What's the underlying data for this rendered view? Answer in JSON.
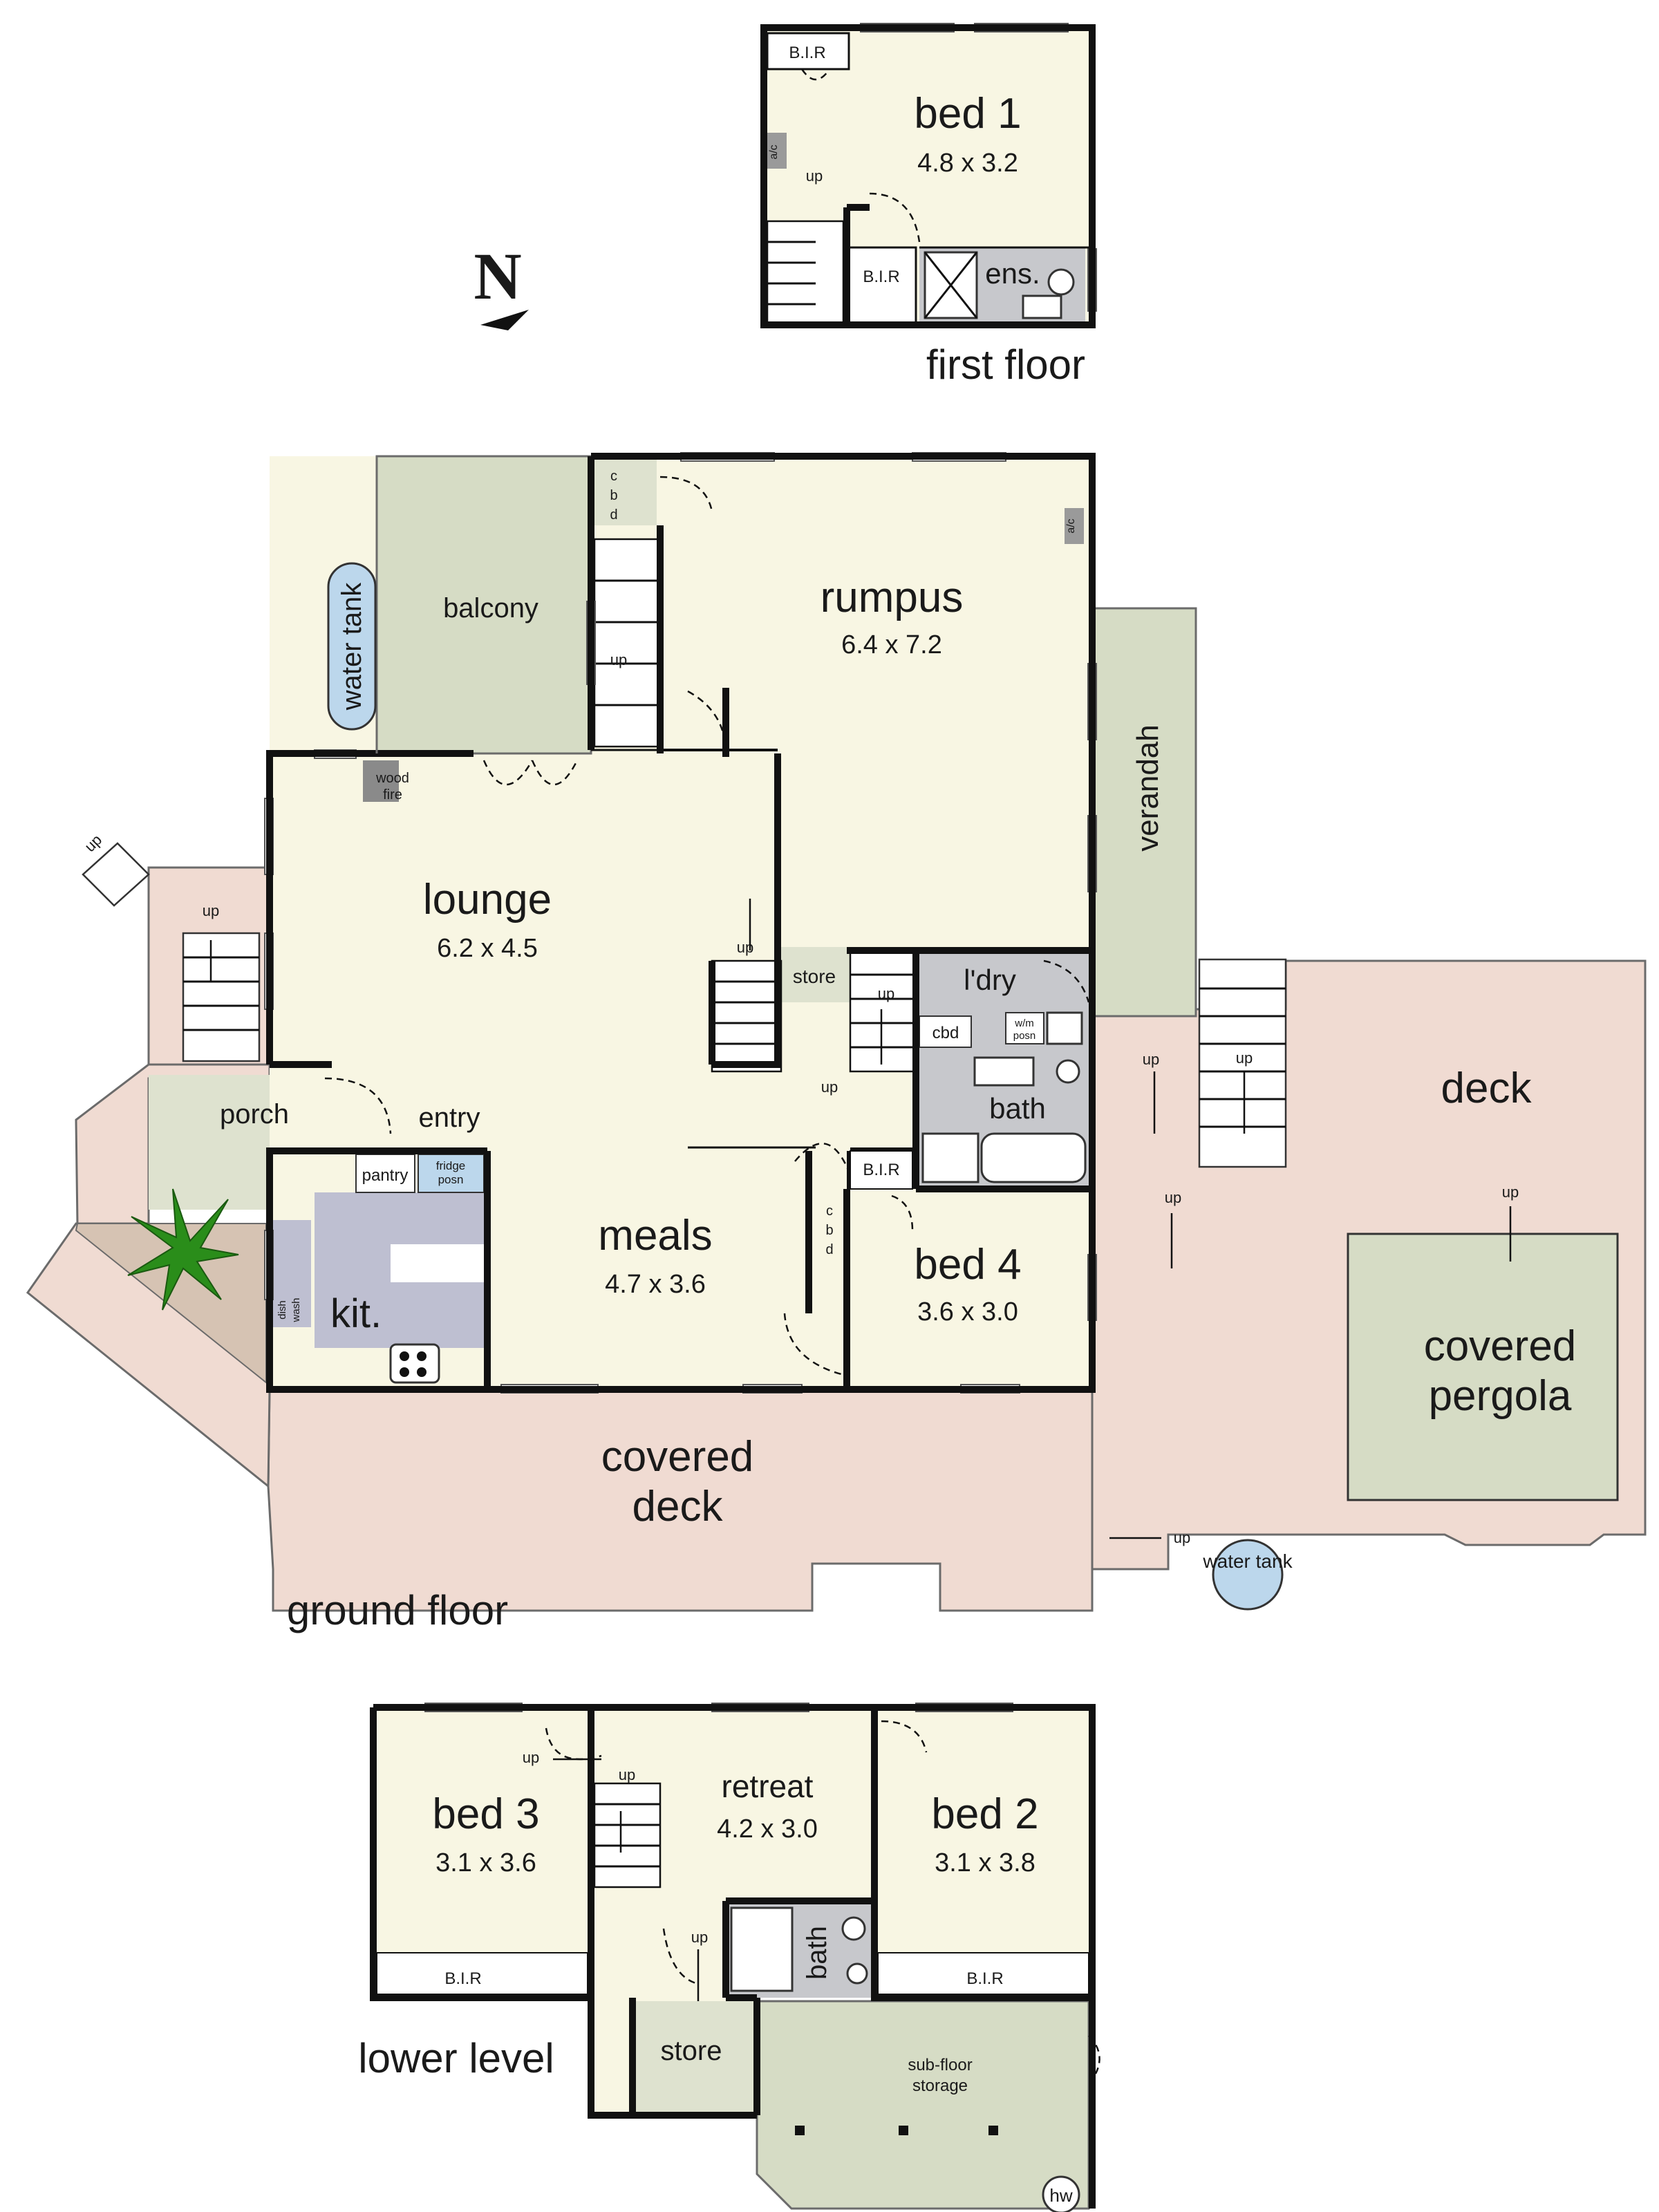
{
  "compass": {
    "label": "N"
  },
  "levels": {
    "first_floor": "first floor",
    "ground_floor": "ground floor",
    "lower_level": "lower level"
  },
  "first_floor": {
    "bed1": {
      "name": "bed 1",
      "size": "4.8 x 3.2"
    },
    "bir_top": "B.I.R",
    "bir_bottom": "B.I.R",
    "ensuite": "ens.",
    "ac": "a/c",
    "up": "up"
  },
  "ground_floor": {
    "rumpus": {
      "name": "rumpus",
      "size": "6.4 x 7.2"
    },
    "lounge": {
      "name": "lounge",
      "size": "6.2 x 4.5"
    },
    "meals": {
      "name": "meals",
      "size": "4.7 x 3.6"
    },
    "bed4": {
      "name": "bed 4",
      "size": "3.6 x 3.0"
    },
    "balcony": "balcony",
    "verandah": "verandah",
    "water_tank_west": "water tank",
    "water_tank_east": "water tank",
    "wood_fire": [
      "wood",
      "fire"
    ],
    "cbd_top": [
      "c",
      "b",
      "d"
    ],
    "cbd_meals": [
      "c",
      "b",
      "d"
    ],
    "ac": "a/c",
    "store": "store",
    "laundry": "l'dry",
    "cbd_laundry": "cbd",
    "wm_posn": [
      "w/m",
      "posn"
    ],
    "bath": "bath",
    "bir": "B.I.R",
    "porch": "porch",
    "entry": "entry",
    "pantry": "pantry",
    "fridge_posn": [
      "fridge",
      "posn"
    ],
    "kitchen": "kit.",
    "dishwash": [
      "dish",
      "wash"
    ],
    "deck": "deck",
    "covered_pergola": [
      "covered",
      "pergola"
    ],
    "covered_deck": [
      "covered",
      "deck"
    ],
    "up": "up"
  },
  "lower_level": {
    "bed3": {
      "name": "bed 3",
      "size": "3.1 x 3.6"
    },
    "retreat": {
      "name": "retreat",
      "size": "4.2 x 3.0"
    },
    "bed2": {
      "name": "bed 2",
      "size": "3.1 x 3.8"
    },
    "bir_left": "B.I.R",
    "bir_right": "B.I.R",
    "bath": "bath",
    "store": "store",
    "subfloor": [
      "sub-floor",
      "storage"
    ],
    "hw": "hw",
    "up": "up"
  },
  "colors": {
    "room": "#f8f6e3",
    "balcony": "#d6dcc5",
    "deck": "#f0dbd2",
    "wet": "#c7c8cc",
    "porch": "#dee2cf",
    "kitchen_bench": "#bebfd1",
    "tank": "#bcd7ec",
    "garden": "#d6c3b3",
    "plant": "#2a8d1a"
  }
}
